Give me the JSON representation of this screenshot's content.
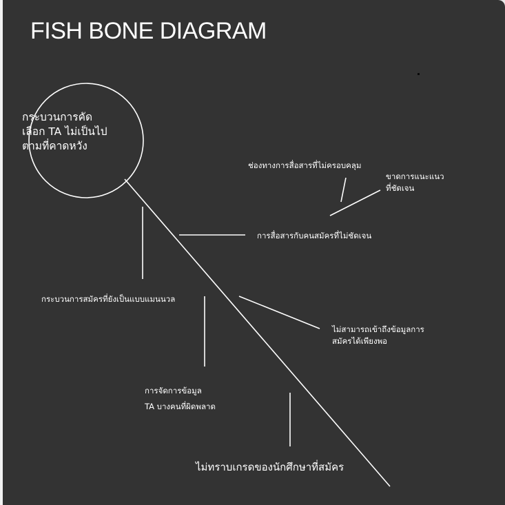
{
  "title": "FISH BONE DIAGRAM",
  "head": {
    "line1": "กระบวนการคัด",
    "line2": "เลือก TA ไม่เป็นไป",
    "line3": "ตามที่คาดหวัง"
  },
  "causes": {
    "channels": "ช่องทางการสื่อสารที่ไม่ครอบคลุม",
    "guidance_line1": "ขาดการแนะแนว",
    "guidance_line2": "ที่ชัดเจน",
    "communication": "การสื่อสารกับคนสมัครที่ไม่ชัดเจน",
    "manual_process": "กระบวนการสมัครที่ยังเป็นแบบแมนนวล",
    "access_line1": "ไม่สามารถเข้าถึงข้อมูลการ",
    "access_line2": "สมัครได้เพียงพอ",
    "data_line1": "การจัดการข้อมูล",
    "data_line2": "TA บางคนที่ผิดพลาด",
    "grades": "ไม่ทราบเกรดของนักศึกษาที่สมัคร"
  },
  "colors": {
    "background": "#333333",
    "foreground": "#ffffff"
  }
}
